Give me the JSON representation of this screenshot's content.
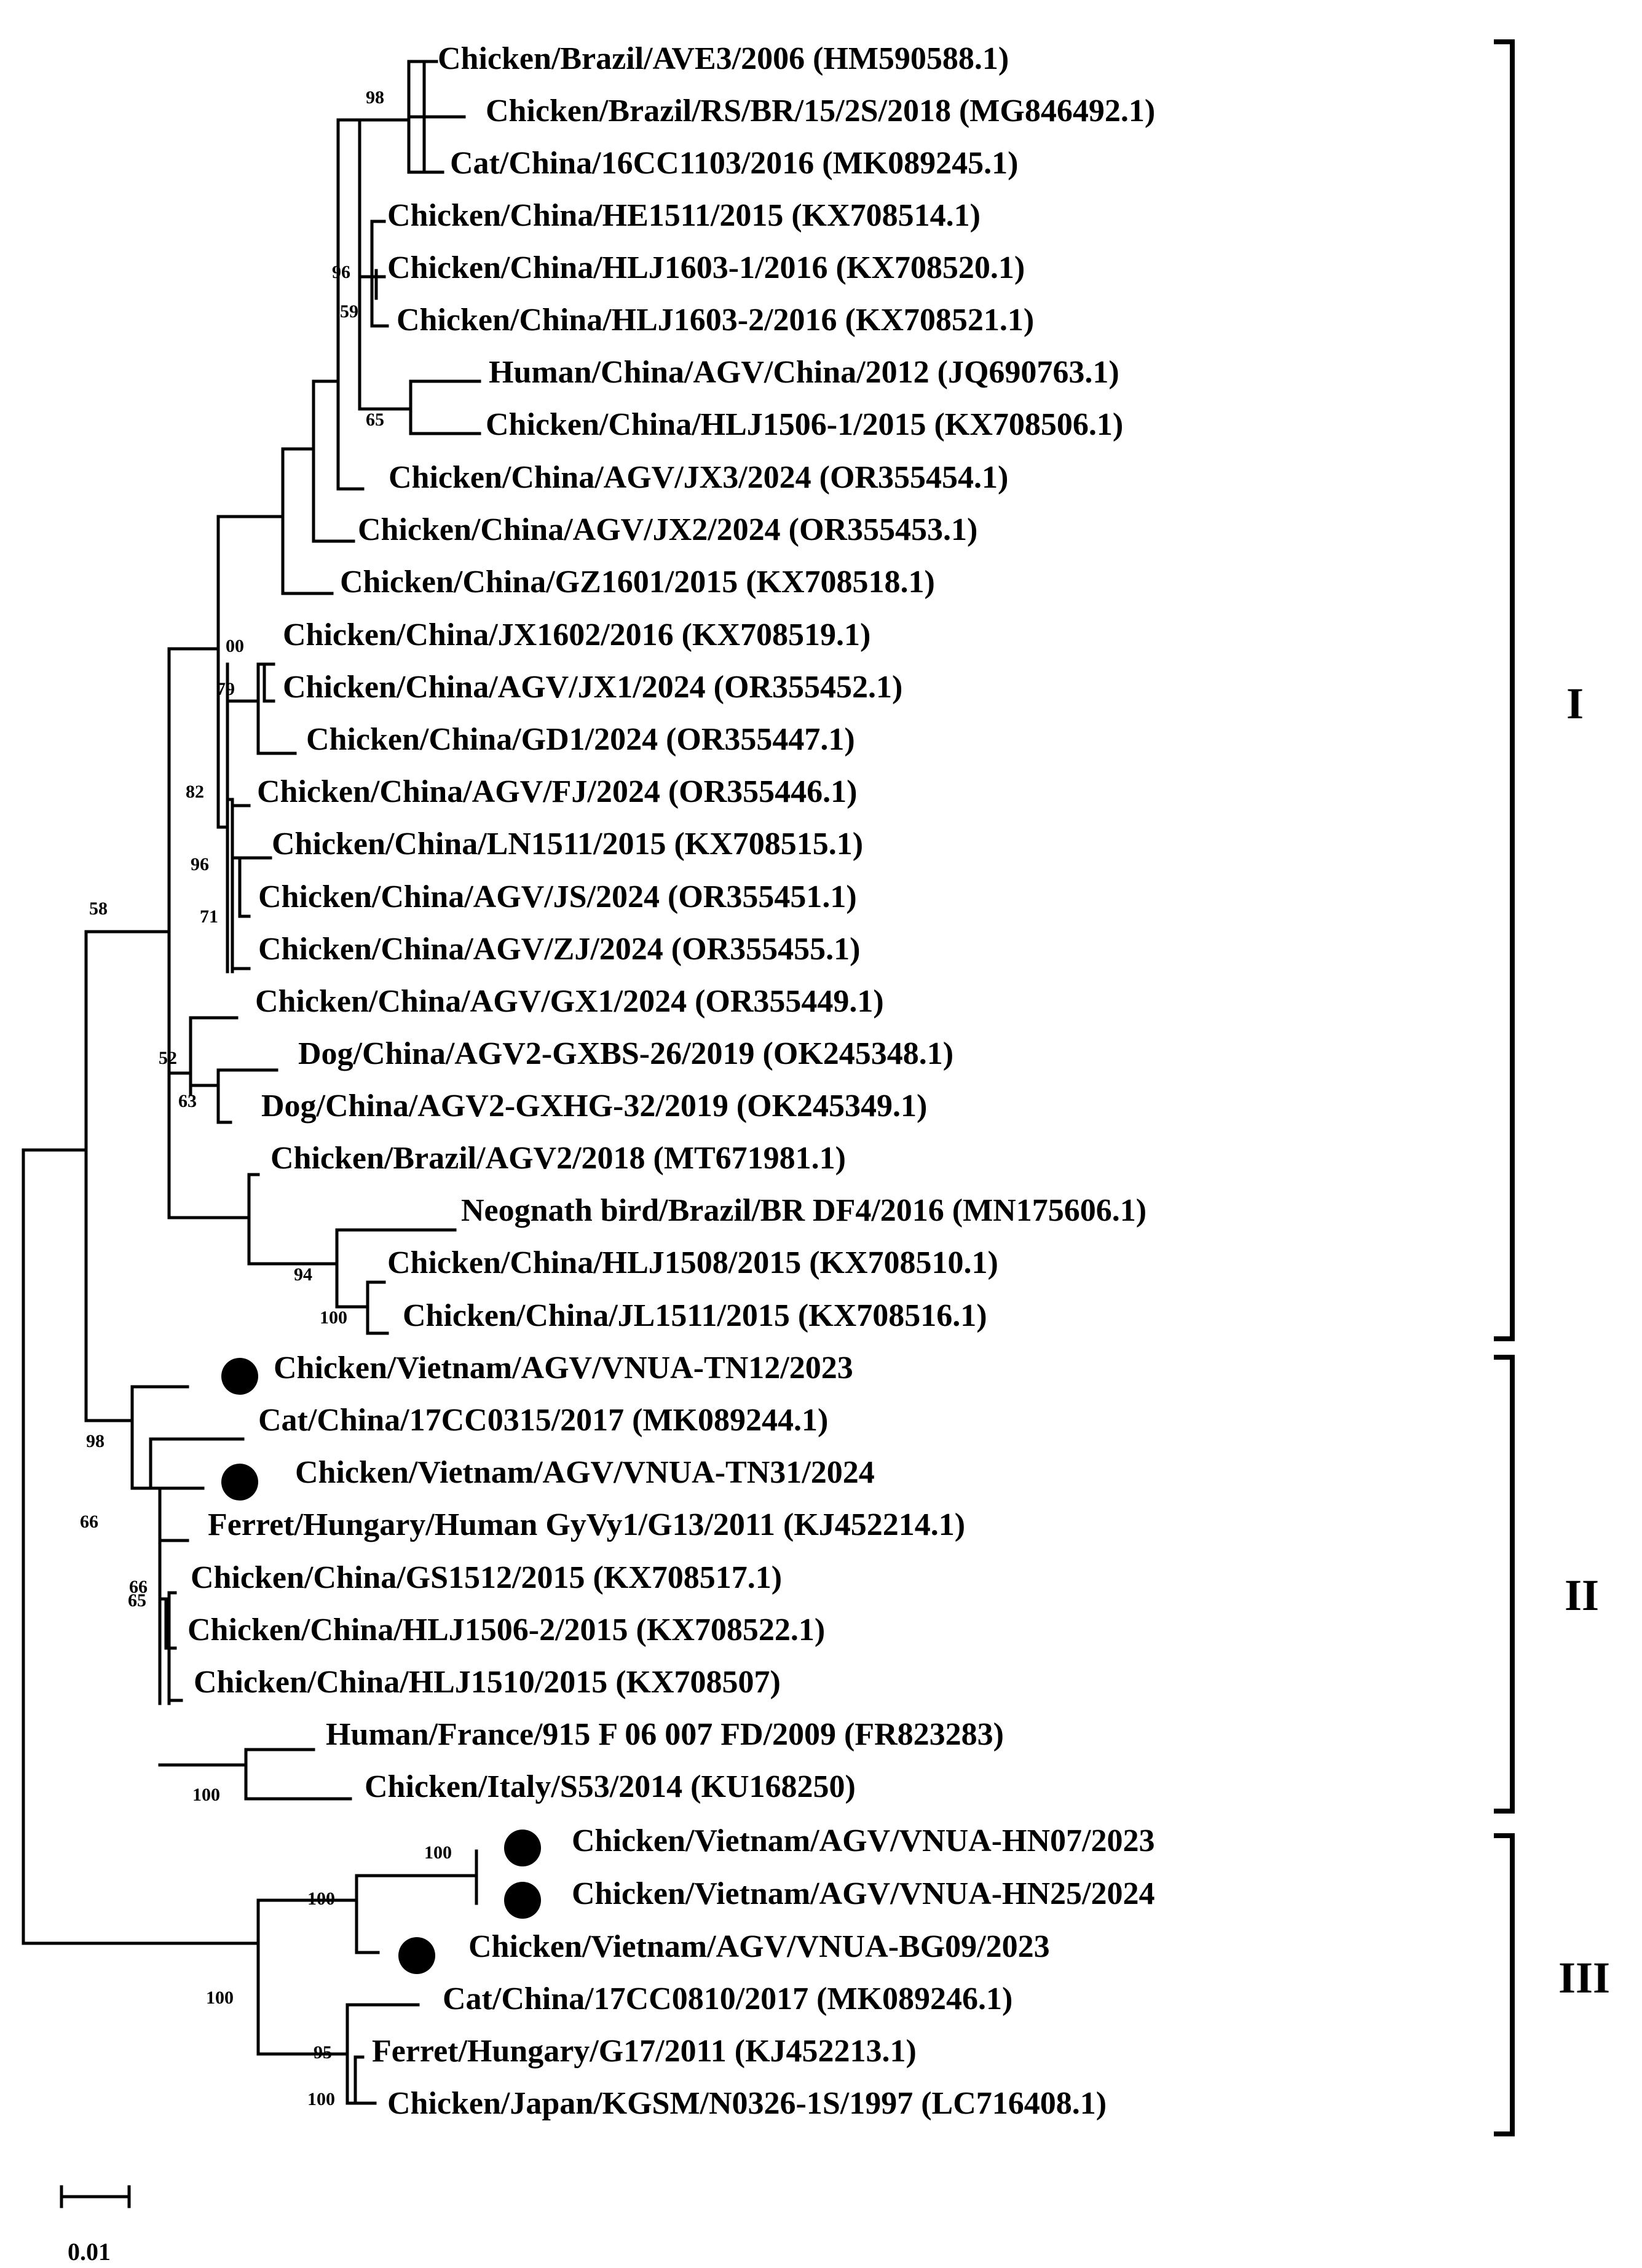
{
  "taxa": [
    {
      "label": "Chicken/Brazil/AVE3/2006 (HM590588.1)"
    },
    {
      "label": "Chicken/Brazil/RS/BR/15/2S/2018 (MG846492.1)"
    },
    {
      "label": "Cat/China/16CC1103/2016 (MK089245.1)"
    },
    {
      "label": "Chicken/China/HE1511/2015 (KX708514.1)"
    },
    {
      "label": "Chicken/China/HLJ1603-1/2016 (KX708520.1)"
    },
    {
      "label": "Chicken/China/HLJ1603-2/2016 (KX708521.1)"
    },
    {
      "label": "Human/China/AGV/China/2012 (JQ690763.1)"
    },
    {
      "label": "Chicken/China/HLJ1506-1/2015 (KX708506.1)"
    },
    {
      "label": "Chicken/China/AGV/JX3/2024 (OR355454.1)"
    },
    {
      "label": "Chicken/China/AGV/JX2/2024 (OR355453.1)"
    },
    {
      "label": "Chicken/China/GZ1601/2015 (KX708518.1)"
    },
    {
      "label": "Chicken/China/JX1602/2016 (KX708519.1)"
    },
    {
      "label": "Chicken/China/AGV/JX1/2024 (OR355452.1)"
    },
    {
      "label": "Chicken/China/GD1/2024 (OR355447.1)"
    },
    {
      "label": "Chicken/China/AGV/FJ/2024 (OR355446.1)"
    },
    {
      "label": "Chicken/China/LN1511/2015 (KX708515.1)"
    },
    {
      "label": "Chicken/China/AGV/JS/2024 (OR355451.1)"
    },
    {
      "label": "Chicken/China/AGV/ZJ/2024 (OR355455.1)"
    },
    {
      "label": "Chicken/China/AGV/GX1/2024 (OR355449.1)"
    },
    {
      "label": "Dog/China/AGV2-GXBS-26/2019 (OK245348.1)"
    },
    {
      "label": "Dog/China/AGV2-GXHG-32/2019 (OK245349.1)"
    },
    {
      "label": "Chicken/Brazil/AGV2/2018 (MT671981.1)"
    },
    {
      "label": "Neognath bird/Brazil/BR DF4/2016 (MN175606.1)"
    },
    {
      "label": "Chicken/China/HLJ1508/2015 (KX708510.1)"
    },
    {
      "label": "Chicken/China/JL1511/2015 (KX708516.1)"
    },
    {
      "label": "Chicken/Vietnam/AGV/VNUA-TN12/2023",
      "marked": true
    },
    {
      "label": "Cat/China/17CC0315/2017 (MK089244.1)"
    },
    {
      "label": "Chicken/Vietnam/AGV/VNUA-TN31/2024",
      "marked": true
    },
    {
      "label": "Ferret/Hungary/Human GyVy1/G13/2011 (KJ452214.1)"
    },
    {
      "label": "Chicken/China/GS1512/2015 (KX708517.1)"
    },
    {
      "label": "Chicken/China/HLJ1506-2/2015 (KX708522.1)"
    },
    {
      "label": "Chicken/China/HLJ1510/2015 (KX708507)"
    },
    {
      "label": "Human/France/915 F 06 007 FD/2009 (FR823283)"
    },
    {
      "label": "Chicken/Italy/S53/2014 (KU168250)"
    },
    {
      "label": "Chicken/Vietnam/AGV/VNUA-HN07/2023",
      "marked": true
    },
    {
      "label": "Chicken/Vietnam/AGV/VNUA-HN25/2024",
      "marked": true
    },
    {
      "label": "Chicken/Vietnam/AGV/VNUA-BG09/2023",
      "marked": true
    },
    {
      "label": "Cat/China/17CC0810/2017 (MK089246.1)"
    },
    {
      "label": "Ferret/Hungary/G17/2011 (KJ452213.1)"
    },
    {
      "label": "Chicken/Japan/KGSM/N0326-1S/1997 (LC716408.1)"
    }
  ],
  "supports": [
    "98",
    "96",
    "59",
    "65",
    "00",
    "79",
    "82",
    "96",
    "71",
    "58",
    "52",
    "63",
    "94",
    "100",
    "98",
    "66",
    "66",
    "65",
    "100",
    "100",
    "100",
    "100",
    "95",
    "100"
  ],
  "clades": [
    {
      "label": "I"
    },
    {
      "label": "II"
    },
    {
      "label": "III"
    }
  ],
  "scale": {
    "label": "0.01",
    "length": 0.01
  }
}
